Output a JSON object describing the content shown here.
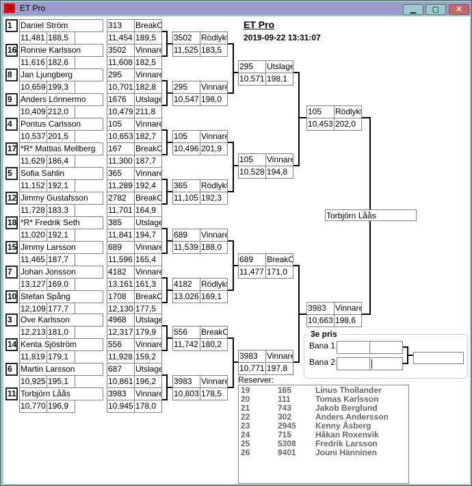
{
  "window": {
    "title": "ET Pro",
    "minimize": "▁",
    "maximize": "▢",
    "close": "✕"
  },
  "header": {
    "title": "ET Pro",
    "datetime": "2019-09-22 13:31:07"
  },
  "entries": [
    {
      "seed": "1",
      "name": "Daniel Ström",
      "time": "11,481",
      "speed": "188,5",
      "r1": {
        "num": "313",
        "result": "BreakOut",
        "time": "11,454",
        "speed": "189,5"
      }
    },
    {
      "seed": "16",
      "name": "Ronnie  Karlsson",
      "time": "11,616",
      "speed": "182,6",
      "r1": {
        "num": "3502",
        "result": "Vinnare",
        "time": "11,608",
        "speed": "182,5"
      }
    },
    {
      "seed": "8",
      "name": "Jan Ljungberg",
      "time": "10,659",
      "speed": "199,3",
      "r1": {
        "num": "295",
        "result": "Vinnare",
        "time": "10,701",
        "speed": "182,8"
      }
    },
    {
      "seed": "9",
      "name": "Anders Lönnermo",
      "time": "10,409",
      "speed": "212,0",
      "r1": {
        "num": "1676",
        "result": "Utslagen",
        "time": "10,479",
        "speed": "211,8"
      }
    },
    {
      "seed": "4",
      "name": "Pontus Carlsson",
      "time": "10,537",
      "speed": "201,5",
      "r1": {
        "num": "105",
        "result": "Vinnare",
        "time": "10,653",
        "speed": "182,7"
      }
    },
    {
      "seed": "17",
      "name": "*R* Mattias Mellberg",
      "time": "11,629",
      "speed": "186,4",
      "r1": {
        "num": "167",
        "result": "BreakOut",
        "time": "11,300",
        "speed": "187,7"
      }
    },
    {
      "seed": "5",
      "name": "Sofia Sahlin",
      "time": "11,152",
      "speed": "192,1",
      "r1": {
        "num": "365",
        "result": "Vinnare",
        "time": "11,289",
        "speed": "192,4"
      }
    },
    {
      "seed": "12",
      "name": "Jimmy Gustafsson",
      "time": "11,728",
      "speed": "183,3",
      "r1": {
        "num": "2782",
        "result": "BreakOut",
        "time": "11,701",
        "speed": "164,9"
      }
    },
    {
      "seed": "18",
      "name": "*R* Fredrik Seth",
      "time": "11,020",
      "speed": "192,1",
      "r1": {
        "num": "385",
        "result": "Utslagen",
        "time": "11,841",
        "speed": "194,7"
      }
    },
    {
      "seed": "15",
      "name": "Jimmy Larsson",
      "time": "11,465",
      "speed": "187,7",
      "r1": {
        "num": "689",
        "result": "Vinnare",
        "time": "11,596",
        "speed": "165,4"
      }
    },
    {
      "seed": "7",
      "name": "Johan Jonsson",
      "time": "13,127",
      "speed": "169,0",
      "r1": {
        "num": "4182",
        "result": "Vinnare",
        "time": "13,161",
        "speed": "161,3"
      }
    },
    {
      "seed": "10",
      "name": "Stefan Spång",
      "time": "12,109",
      "speed": "177,7",
      "r1": {
        "num": "1708",
        "result": "BreakOut",
        "time": "12,130",
        "speed": "177,5"
      }
    },
    {
      "seed": "3",
      "name": "Ove Karlsson",
      "time": "12,213",
      "speed": "181,0",
      "r1": {
        "num": "4968",
        "result": "Utslagen",
        "time": "12,317",
        "speed": "179,9"
      }
    },
    {
      "seed": "14",
      "name": "Kenta Sjöström",
      "time": "11,819",
      "speed": "179,1",
      "r1": {
        "num": "556",
        "result": "Vinnare",
        "time": "11,928",
        "speed": "159,2"
      }
    },
    {
      "seed": "6",
      "name": "Martin Larsson",
      "time": "10,925",
      "speed": "195,1",
      "r1": {
        "num": "687",
        "result": "Utslagen",
        "time": "10,861",
        "speed": "196,2"
      }
    },
    {
      "seed": "11",
      "name": "Torbjörn Låås",
      "time": "10,770",
      "speed": "196,9",
      "r1": {
        "num": "3983",
        "result": "Vinnare",
        "time": "10,945",
        "speed": "178,0"
      }
    }
  ],
  "round2": [
    {
      "num": "3502",
      "result": "Rödlyktan",
      "time": "11,525",
      "speed": "183,5"
    },
    {
      "num": "295",
      "result": "Vinnare",
      "time": "10,547",
      "speed": "198,0"
    },
    {
      "num": "105",
      "result": "Vinnare",
      "time": "10,496",
      "speed": "201,9"
    },
    {
      "num": "365",
      "result": "Rödlyktan",
      "time": "11,105",
      "speed": "192,3"
    },
    {
      "num": "689",
      "result": "Vinnare",
      "time": "11,539",
      "speed": "188,0"
    },
    {
      "num": "4182",
      "result": "Rödlyktan",
      "time": "13,026",
      "speed": "169,1"
    },
    {
      "num": "556",
      "result": "BreakOut",
      "time": "11,742",
      "speed": "180,2"
    },
    {
      "num": "3983",
      "result": "Vinnare",
      "time": "10,803",
      "speed": "178,5"
    }
  ],
  "round3": [
    {
      "num": "295",
      "result": "Utslagen",
      "time": "10,571",
      "speed": "198,1"
    },
    {
      "num": "105",
      "result": "Vinnare",
      "time": "10,528",
      "speed": "194,8"
    },
    {
      "num": "689",
      "result": "BreakOut",
      "time": "11,477",
      "speed": "171,0"
    },
    {
      "num": "3983",
      "result": "Vinnare",
      "time": "10,771",
      "speed": "197,8"
    }
  ],
  "round4": [
    {
      "num": "105",
      "result": "Rödlyktan",
      "time": "10,453",
      "speed": "202,0"
    },
    {
      "num": "3983",
      "result": "Vinnare",
      "time": "10,663",
      "speed": "198,6"
    }
  ],
  "final": {
    "winner": "Torbjörn Låås"
  },
  "third_place": {
    "label": "3e pris",
    "lane1_label": "Bana 1",
    "lane2_label": "Bana 2",
    "lane1": [
      "",
      ""
    ],
    "lane2": [
      "",
      ""
    ],
    "result": ""
  },
  "reserves": {
    "label": "Reserver:",
    "rows": [
      {
        "pos": "19",
        "num": "165",
        "name": "Linus  Thollander"
      },
      {
        "pos": "20",
        "num": "111",
        "name": "Tomas Karlsson"
      },
      {
        "pos": "21",
        "num": "743",
        "name": "Jakob Berglund"
      },
      {
        "pos": "22",
        "num": "302",
        "name": "Anders Andersson"
      },
      {
        "pos": "23",
        "num": "2945",
        "name": "Kenny Åsberg"
      },
      {
        "pos": "24",
        "num": "715",
        "name": "Håkan Roxenvik"
      },
      {
        "pos": "25",
        "num": "5308",
        "name": "Fredrik Larsson"
      },
      {
        "pos": "26",
        "num": "9401",
        "name": "Jouni  Hänninen"
      }
    ]
  }
}
